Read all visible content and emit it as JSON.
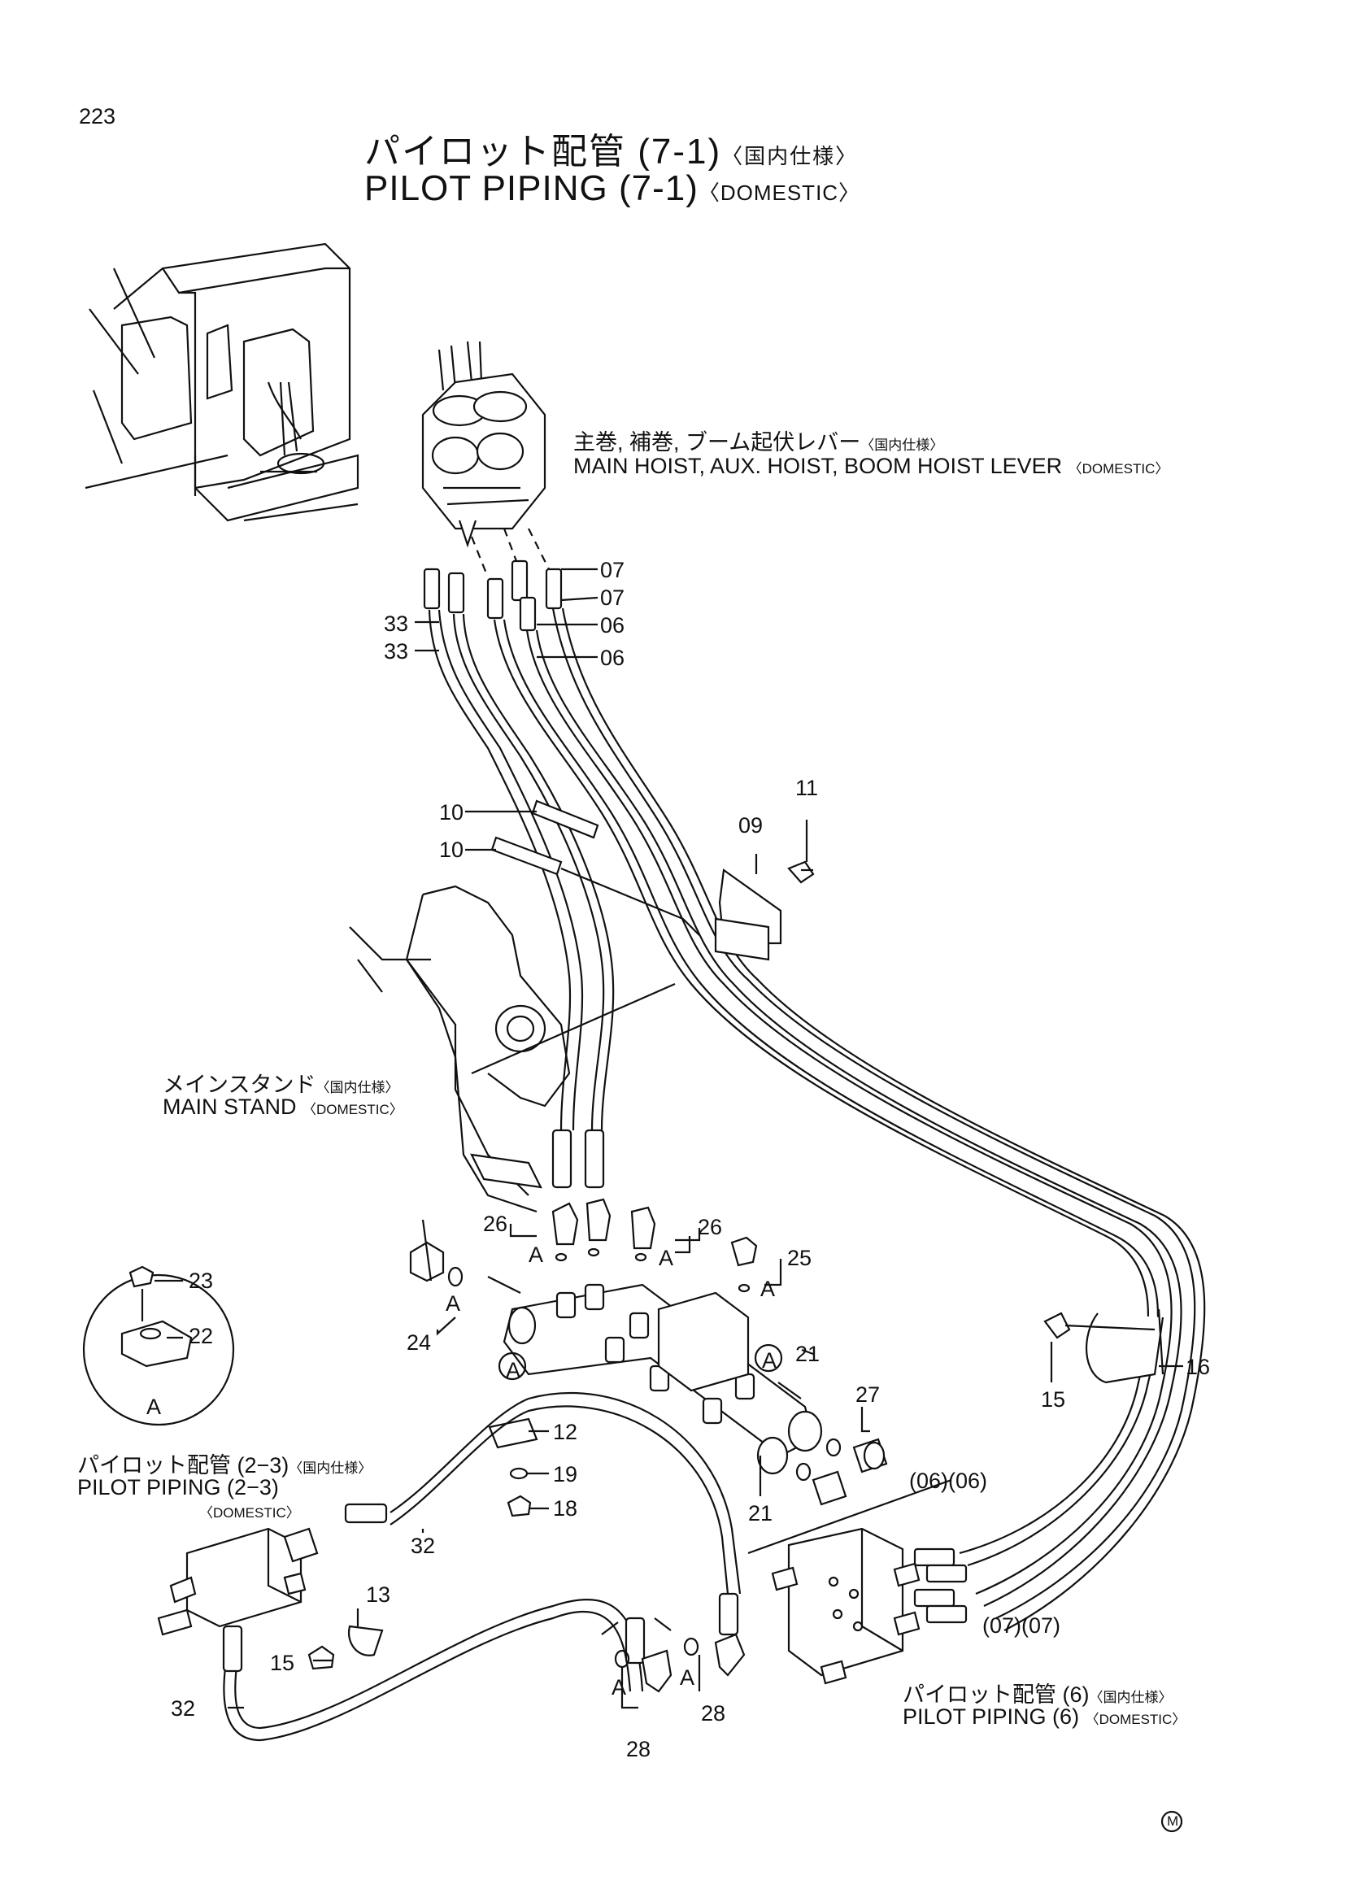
{
  "page_number": "223",
  "title_ja": "パイロット配管 (7-1)",
  "title_ja_spec": "〈国内仕様〉",
  "title_en": "PILOT PIPING (7-1)",
  "title_en_spec": "〈DOMESTIC〉",
  "labels": {
    "lever_ja": "主巻, 補巻, ブーム起伏レバー",
    "lever_ja_spec": "〈国内仕様〉",
    "lever_en": "MAIN HOIST, AUX. HOIST, BOOM HOIST LEVER",
    "lever_en_spec": "〈DOMESTIC〉",
    "stand_ja": "メインスタンド",
    "stand_ja_spec": "〈国内仕様〉",
    "stand_en": "MAIN STAND",
    "stand_en_spec": "〈DOMESTIC〉",
    "pp23_ja": "パイロット配管 (2−3)",
    "pp23_ja_spec": "〈国内仕様〉",
    "pp23_en": "PILOT PIPING (2−3)",
    "pp23_en_spec": "〈DOMESTIC〉",
    "pp6_ja": "パイロット配管 (6)",
    "pp6_ja_spec": "〈国内仕様〉",
    "pp6_en": "PILOT PIPING (6)",
    "pp6_en_spec": "〈DOMESTIC〉",
    "detail_letter": "A",
    "manufacturer_mark": "M"
  },
  "callouts": {
    "c07a": "07",
    "c07b": "07",
    "c06a": "06",
    "c06b": "06",
    "c33a": "33",
    "c33b": "33",
    "c10a": "10",
    "c10b": "10",
    "c09": "09",
    "c11": "11",
    "c26a": "26",
    "c26b": "26",
    "cA1": "A",
    "cA2": "A",
    "cA3": "A",
    "cA4": "A",
    "c25": "25",
    "c24": "24",
    "c23": "23",
    "c22": "22",
    "c16": "16",
    "c15a": "15",
    "cAcirc1": "A",
    "cAcirc2": "A",
    "c21a": "21",
    "c21b": "21",
    "c27": "27",
    "c12": "12",
    "c19": "19",
    "c18": "18",
    "c32a": "32",
    "c32b": "32",
    "c13": "13",
    "c15b": "15",
    "c28a": "28",
    "c28b": "28",
    "cA5": "A",
    "cA6": "A",
    "c0606": "(06)(06)",
    "c0707": "(07)(07)"
  }
}
